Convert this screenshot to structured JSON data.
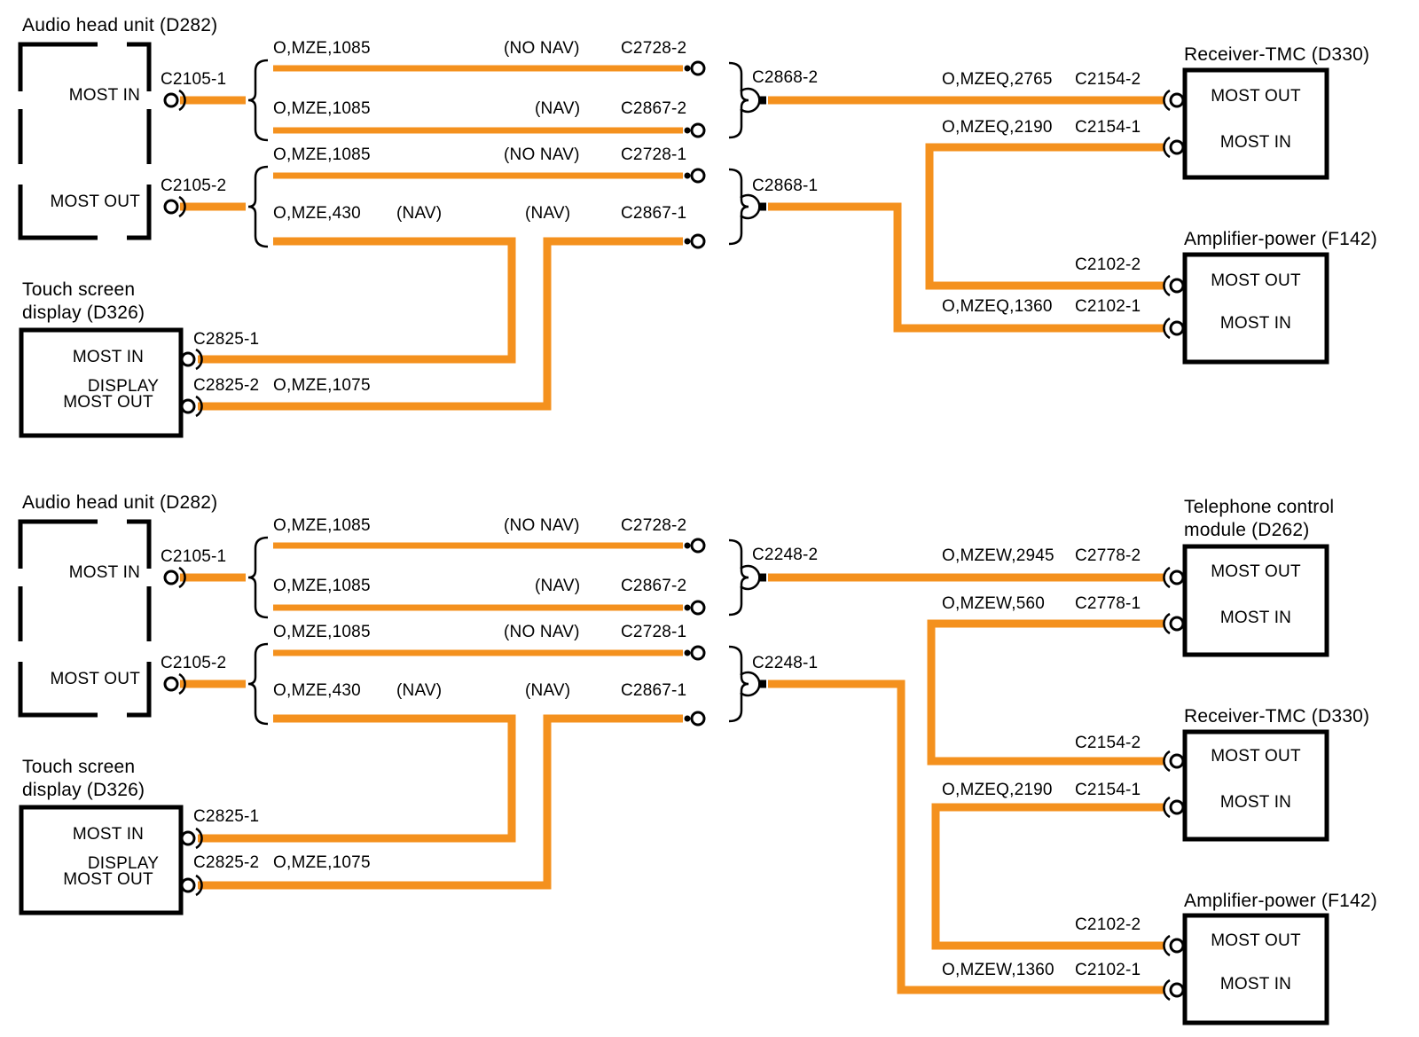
{
  "colors": {
    "wire_orange": "#F4911E",
    "line_black": "#000000"
  },
  "sections": [
    {
      "audio_head_unit": {
        "title": "Audio head unit (D282)",
        "most_in_label": "MOST IN",
        "most_out_label": "MOST OUT",
        "most_in_connector": "C2105-1",
        "most_out_connector": "C2105-2"
      },
      "wire_rows": [
        {
          "circuit": "O,MZE,1085",
          "variant": "(NO NAV)",
          "connector": "C2728-2"
        },
        {
          "circuit": "O,MZE,1085",
          "variant": "(NAV)",
          "connector": "C2867-2"
        },
        {
          "circuit": "O,MZE,1085",
          "variant": "(NO NAV)",
          "connector": "C2728-1"
        },
        {
          "circuit": "O,MZE,430",
          "variant_a": "(NAV)",
          "variant_b": "(NAV)",
          "connector": "C2867-1"
        }
      ],
      "inline_connectors": {
        "top": "C2868-2",
        "bottom": "C2868-1"
      },
      "touch_screen": {
        "title_line1": "Touch screen",
        "title_line2": "display (D326)",
        "most_in_label": "MOST IN",
        "display_label": "DISPLAY",
        "most_out_label": "MOST OUT",
        "most_in_connector": "C2825-1",
        "most_out_connector": "C2825-2",
        "most_out_circuit": "O,MZE,1075"
      },
      "modules": [
        {
          "title_line1": "Receiver-TMC (D330)",
          "most_out_label": "MOST OUT",
          "most_in_label": "MOST IN",
          "most_out_circuit": "O,MZEQ,2765",
          "most_out_connector": "C2154-2",
          "most_in_circuit": "O,MZEQ,2190",
          "most_in_connector": "C2154-1"
        },
        {
          "title_line1": "Amplifier-power (F142)",
          "most_out_label": "MOST OUT",
          "most_in_label": "MOST IN",
          "most_out_connector": "C2102-2",
          "most_in_circuit": "O,MZEQ,1360",
          "most_in_connector": "C2102-1"
        }
      ]
    },
    {
      "audio_head_unit": {
        "title": "Audio head unit (D282)",
        "most_in_label": "MOST IN",
        "most_out_label": "MOST OUT",
        "most_in_connector": "C2105-1",
        "most_out_connector": "C2105-2"
      },
      "wire_rows": [
        {
          "circuit": "O,MZE,1085",
          "variant": "(NO NAV)",
          "connector": "C2728-2"
        },
        {
          "circuit": "O,MZE,1085",
          "variant": "(NAV)",
          "connector": "C2867-2"
        },
        {
          "circuit": "O,MZE,1085",
          "variant": "(NO NAV)",
          "connector": "C2728-1"
        },
        {
          "circuit": "O,MZE,430",
          "variant_a": "(NAV)",
          "variant_b": "(NAV)",
          "connector": "C2867-1"
        }
      ],
      "inline_connectors": {
        "top": "C2248-2",
        "bottom": "C2248-1"
      },
      "touch_screen": {
        "title_line1": "Touch screen",
        "title_line2": "display (D326)",
        "most_in_label": "MOST IN",
        "display_label": "DISPLAY",
        "most_out_label": "MOST OUT",
        "most_in_connector": "C2825-1",
        "most_out_connector": "C2825-2",
        "most_out_circuit": "O,MZE,1075"
      },
      "modules": [
        {
          "title_line1": "Telephone control",
          "title_line2": "module (D262)",
          "most_out_label": "MOST OUT",
          "most_in_label": "MOST IN",
          "most_out_circuit": "O,MZEW,2945",
          "most_out_connector": "C2778-2",
          "most_in_circuit": "O,MZEW,560",
          "most_in_connector": "C2778-1"
        },
        {
          "title_line1": "Receiver-TMC (D330)",
          "most_out_label": "MOST OUT",
          "most_in_label": "MOST IN",
          "most_out_connector": "C2154-2",
          "most_in_circuit": "O,MZEQ,2190",
          "most_in_connector": "C2154-1"
        },
        {
          "title_line1": "Amplifier-power (F142)",
          "most_out_label": "MOST OUT",
          "most_in_label": "MOST IN",
          "most_out_connector": "C2102-2",
          "most_in_circuit": "O,MZEW,1360",
          "most_in_connector": "C2102-1"
        }
      ]
    }
  ]
}
